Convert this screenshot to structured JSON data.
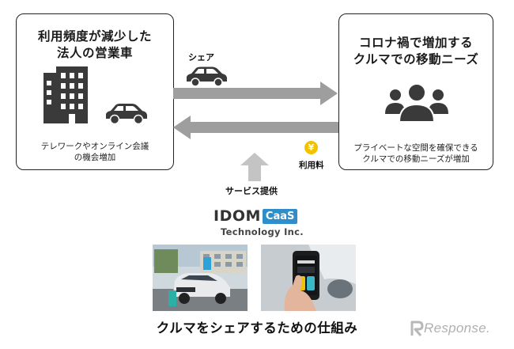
{
  "left": {
    "title_line1": "利用頻度が減少した",
    "title_line2": "法人の営業車",
    "sub_line1": "テレワークやオンライン会議",
    "sub_line2": "の機会増加"
  },
  "right": {
    "title_line1": "コロナ禍で増加する",
    "title_line2": "クルマでの移動ニーズ",
    "sub_line1": "プライベートな空間を確保できる",
    "sub_line2": "クルマでの移動ニーズが増加"
  },
  "flow": {
    "share_label": "シェア",
    "fee_label": "利用料",
    "yen_symbol": "¥",
    "service_label": "サービス提供"
  },
  "brand": {
    "idom": "IDOM",
    "caas": "CaaS",
    "tech": "Technology Inc."
  },
  "bottom_title": "クルマをシェアするための仕組み",
  "watermark": "Response.",
  "colors": {
    "arrow": "#9e9e9e",
    "arrow_up": "#c4c4c4",
    "dark_icon": "#3a3a3a",
    "yen_badge": "#f2c200",
    "caas_blue": "#2f8ec9"
  }
}
